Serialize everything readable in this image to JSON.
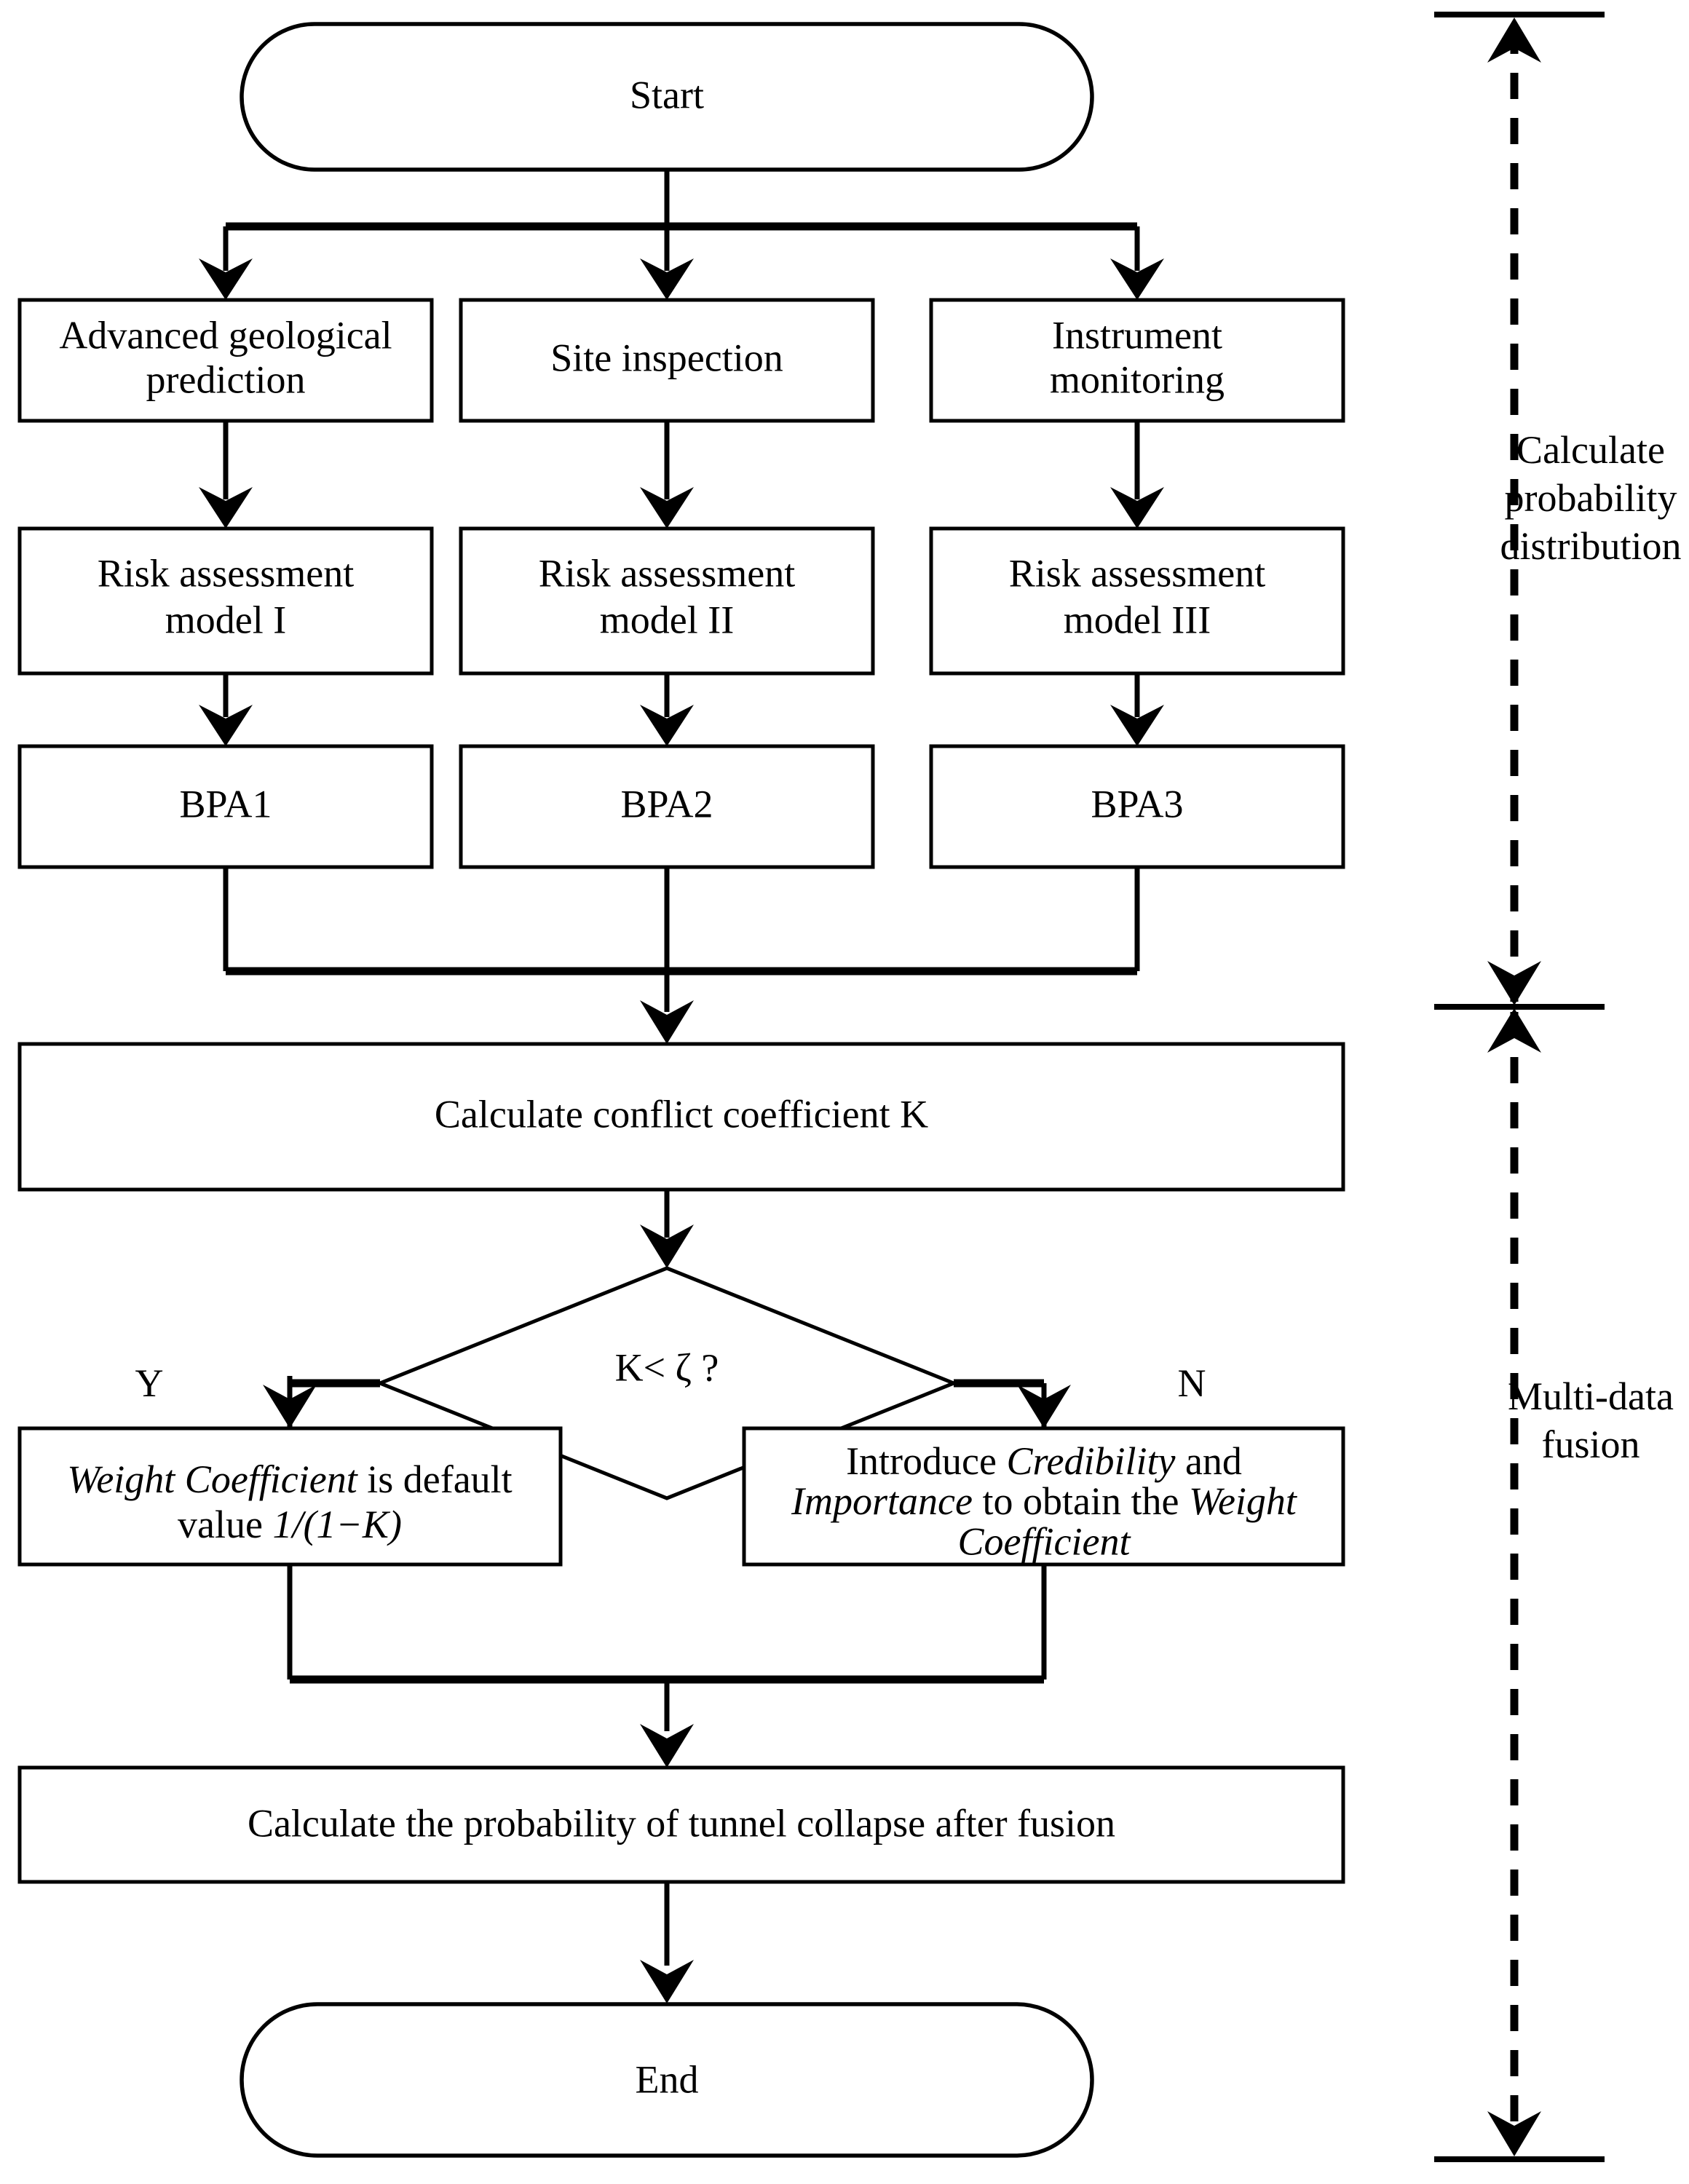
{
  "diagram": {
    "title": "Tunnel collapse risk multi-data fusion flowchart",
    "background_color": "#ffffff",
    "line_color": "#000000"
  },
  "nodes": {
    "start": {
      "label": "Start",
      "shape": "terminator"
    },
    "source1": {
      "label_line1": "Advanced geological",
      "label_line2": "prediction",
      "shape": "process"
    },
    "source2": {
      "label_line1": "Site inspection",
      "label_line2": "",
      "shape": "process"
    },
    "source3": {
      "label_line1": "Instrument",
      "label_line2": "monitoring",
      "shape": "process"
    },
    "model1": {
      "label_line1": "Risk assessment",
      "label_line2": "model I",
      "shape": "process"
    },
    "model2": {
      "label_line1": "Risk assessment",
      "label_line2": "model II",
      "shape": "process"
    },
    "model3": {
      "label_line1": "Risk assessment",
      "label_line2": "model III",
      "shape": "process"
    },
    "bpa1": {
      "label": "BPA1",
      "shape": "process"
    },
    "bpa2": {
      "label": "BPA2",
      "shape": "process"
    },
    "bpa3": {
      "label": "BPA3",
      "shape": "process"
    },
    "conflict": {
      "label": "Calculate conflict coefficient K",
      "shape": "process"
    },
    "decision": {
      "label": "K< ζ ?",
      "shape": "diamond"
    },
    "yes_branch": {
      "line1_a": "Weight Coefficient",
      "line1_b": " is default",
      "line2_a": "value ",
      "line2_b": "1/(1−K)",
      "shape": "process"
    },
    "no_branch": {
      "line1_a": "Introduce ",
      "line1_b": "Credibility",
      "line1_c": " and",
      "line2_a": "Importance",
      "line2_b": " to obtain the ",
      "line2_c": "Weight",
      "line3": "Coefficient",
      "shape": "process"
    },
    "final": {
      "label": "Calculate the probability of tunnel collapse after fusion",
      "shape": "process"
    },
    "end": {
      "label": "End",
      "shape": "terminator"
    }
  },
  "edge_labels": {
    "yes": "Y",
    "no": "N"
  },
  "annotations": {
    "phase1": {
      "line1": "Calculate",
      "line2": "probability",
      "line3": "distribution"
    },
    "phase2": {
      "line1": "Multi-data",
      "line2": "fusion"
    }
  }
}
